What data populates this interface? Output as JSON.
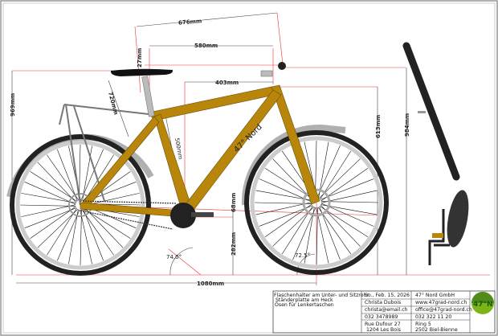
{
  "dimensions": {
    "top_tube_eff": "676mm",
    "reach_horizontal": "580mm",
    "stack_horizontal": "403mm",
    "saddle_offset": "27mm",
    "seatpost": "720mm",
    "saddle_height": "969mm",
    "bar_height": "984mm",
    "head_height": "613mm",
    "seat_tube": "500mm",
    "bb_drop": "68mm",
    "bb_height": "282mm",
    "seat_angle": "74.0°",
    "head_angle": "72.5°",
    "wheelbase": "1080mm"
  },
  "frame_label": "47° Nord",
  "title_block": {
    "notes": [
      "Flaschenhalter am Unter- und Sitzrohr",
      "Ständerplatte am Heck",
      "Ösen für Lenkertaschen"
    ],
    "customer": {
      "date": "So., Feb. 15, 2026",
      "name": "Christa Dubois",
      "email": "christa@email.ch",
      "phone": "032 3478989",
      "street": "Rue Dufour 27",
      "city": "1204 Les Bois"
    },
    "company": {
      "name": "47° Nord GmbH",
      "web": "www.47grad-nord.ch",
      "email": "office@47grad-nord.ch",
      "phone": "032 322 11 20",
      "street": "Ring 5",
      "city": "2502 Biel-Bienne"
    },
    "logo_text": "47°N"
  },
  "colors": {
    "frame": "#b8860b",
    "dimension": "#e33333",
    "tire": "#222222",
    "fender": "#b0b0b0",
    "logo": "#7cb518"
  }
}
